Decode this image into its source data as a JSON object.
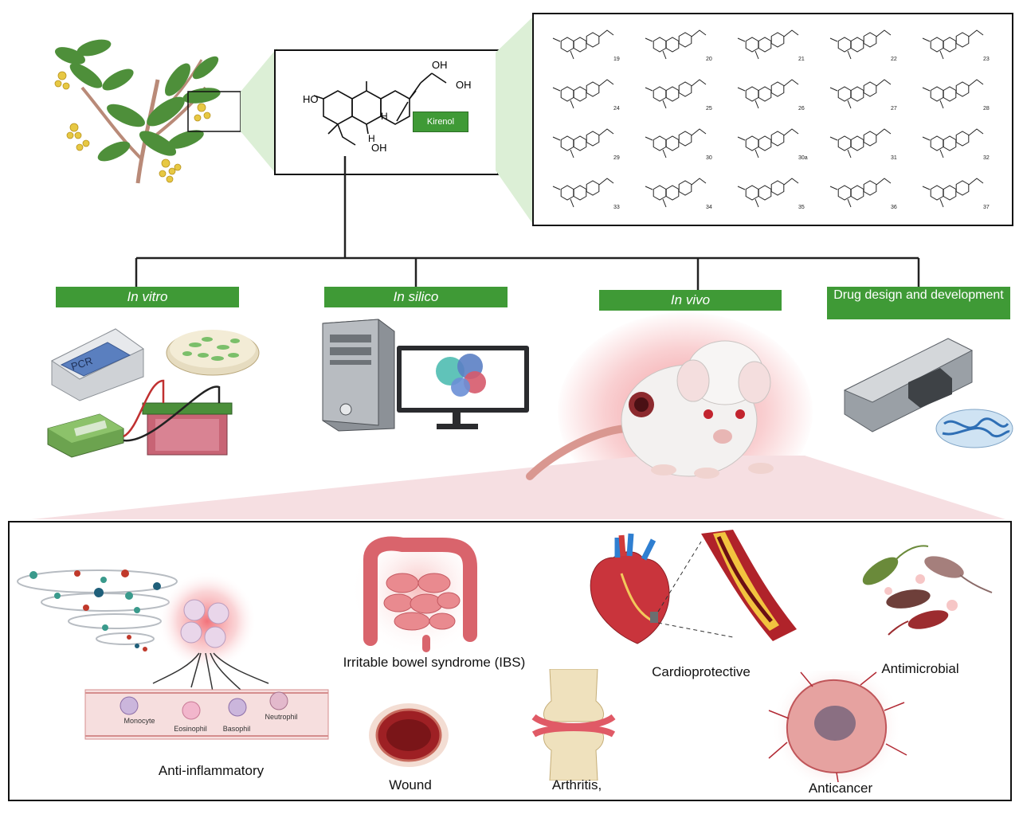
{
  "compound": {
    "name": "Kirenol",
    "label_ho": "HO",
    "label_oh_top": "OH",
    "label_oh_right": "OH",
    "label_oh_bottom": "OH",
    "label_h1": "H",
    "label_h2": "H"
  },
  "derivatives": {
    "numbers": [
      "19",
      "20",
      "21",
      "22",
      "23",
      "24",
      "25",
      "26",
      "27",
      "28",
      "29",
      "30",
      "30a",
      "31",
      "32",
      "33",
      "34",
      "35",
      "36",
      "37"
    ]
  },
  "categories": {
    "in_vitro": "In vitro",
    "in_silico": "In silico",
    "in_vivo": "In vivo",
    "drug_design": "Drug design and development"
  },
  "equipment": {
    "pcr": "PCR"
  },
  "activities": {
    "anti_inflammatory": "Anti-inflammatory",
    "ibs": "Irritable bowel syndrome (IBS)",
    "cardioprotective": "Cardioprotective",
    "antimicrobial": "Antimicrobial",
    "wound": "Wound",
    "arthritis": "Arthritis,",
    "anticancer": "Anticancer"
  },
  "cells": {
    "monocyte": "Monocyte",
    "eosinophil": "Eosinophil",
    "basophil": "Basophil",
    "neutrophil": "Neutrophil"
  },
  "colors": {
    "label_green": "#3f9a36",
    "highlight_green": "#dcefd6",
    "inflammation_red": "#e8434a",
    "pink_fan": "#f6dfe2"
  }
}
